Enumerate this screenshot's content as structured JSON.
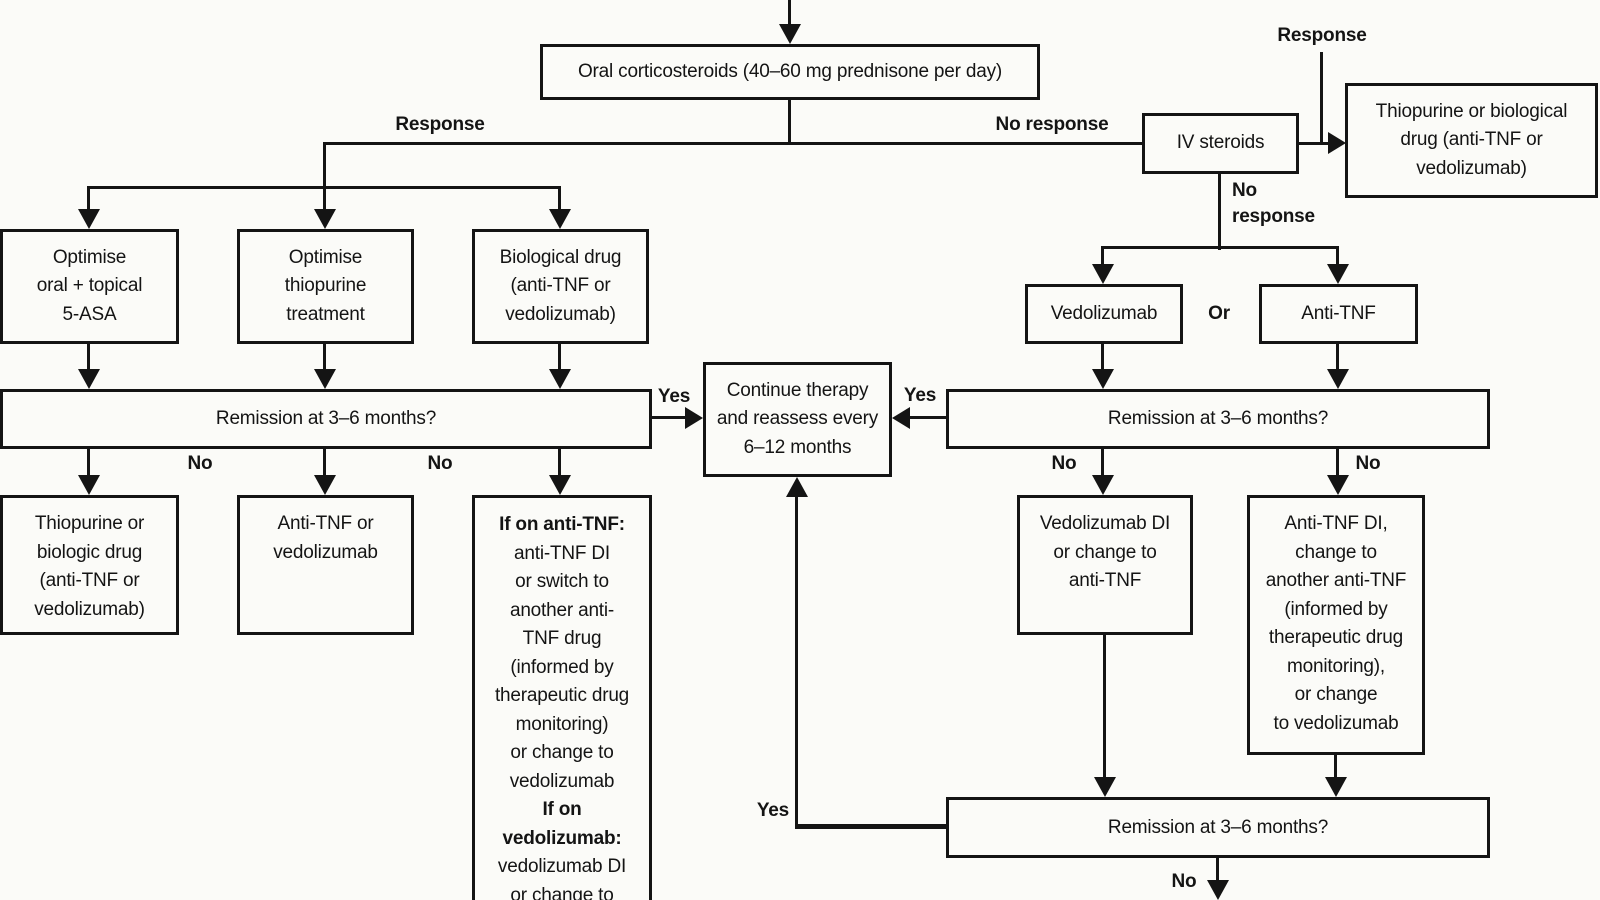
{
  "nodes": {
    "oral_steroids": {
      "text": "Oral corticosteroids (40–60 mg prednisone per day)"
    },
    "iv_steroids": {
      "text": "IV steroids"
    },
    "thiopurine_biological": {
      "text": "Thiopurine or biological\ndrug (anti-TNF or\nvedolizumab)"
    },
    "optimise_5asa": {
      "text": "Optimise\noral + topical\n5-ASA"
    },
    "optimise_thiopurine": {
      "text": "Optimise\nthiopurine\ntreatment"
    },
    "biological_drug": {
      "text": "Biological drug\n(anti-TNF or\nvedolizumab)"
    },
    "remission_left": {
      "text": "Remission at 3–6 months?"
    },
    "continue_therapy": {
      "text": "Continue therapy\nand reassess every\n6–12 months"
    },
    "remission_right": {
      "text": "Remission at 3–6 months?"
    },
    "vedolizumab": {
      "text": "Vedolizumab"
    },
    "anti_tnf": {
      "text": "Anti-TNF"
    },
    "thiopurine_biologic": {
      "text": "Thiopurine or\nbiologic drug\n(anti-TNF or\nvedolizumab)"
    },
    "anti_tnf_or_vedo": {
      "text": "Anti-TNF or\nvedolizumab"
    },
    "if_on": {
      "head1": "If on anti-TNF:",
      "body1": "anti-TNF DI\nor switch to\nanother anti-\nTNF drug\n(informed by\ntherapeutic drug\nmonitoring)\nor change to\nvedolizumab",
      "head2": "If on\nvedolizumab:",
      "body2": "vedolizumab DI\nor change to"
    },
    "vedolizumab_di": {
      "text": "Vedolizumab DI\nor change to\nanti-TNF"
    },
    "anti_tnf_di": {
      "text": "Anti-TNF DI,\nchange to\nanother anti-TNF\n(informed by\ntherapeutic drug\nmonitoring),\nor change\nto vedolizumab"
    },
    "remission_bottom": {
      "text": "Remission at 3–6 months?"
    }
  },
  "edge_labels": {
    "response_left": "Response",
    "no_response_top": "No response",
    "response_right": "Response",
    "no_response_iv": "No\nresponse",
    "or": "Or",
    "yes_left": "Yes",
    "yes_right": "Yes",
    "yes_bottom": "Yes",
    "no_below_left_1": "No",
    "no_below_left_2": "No",
    "no_below_right_1": "No",
    "no_below_right_2": "No",
    "no_bottom": "No"
  }
}
